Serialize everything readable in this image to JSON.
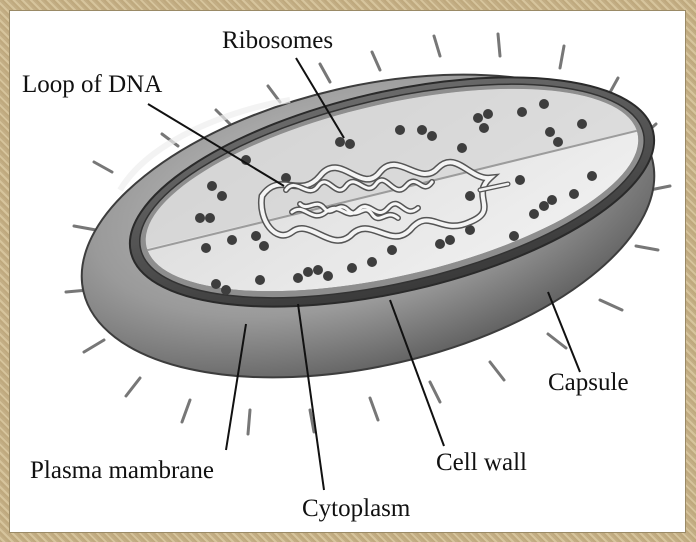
{
  "diagram": {
    "labels": {
      "ribosomes": "Ribosomes",
      "loop_of_dna": "Loop of DNA",
      "capsule": "Capsule",
      "cell_wall": "Cell wall",
      "plasma_membrane": "Plasma mambrane",
      "cytoplasm": "Cytoplasm"
    }
  }
}
